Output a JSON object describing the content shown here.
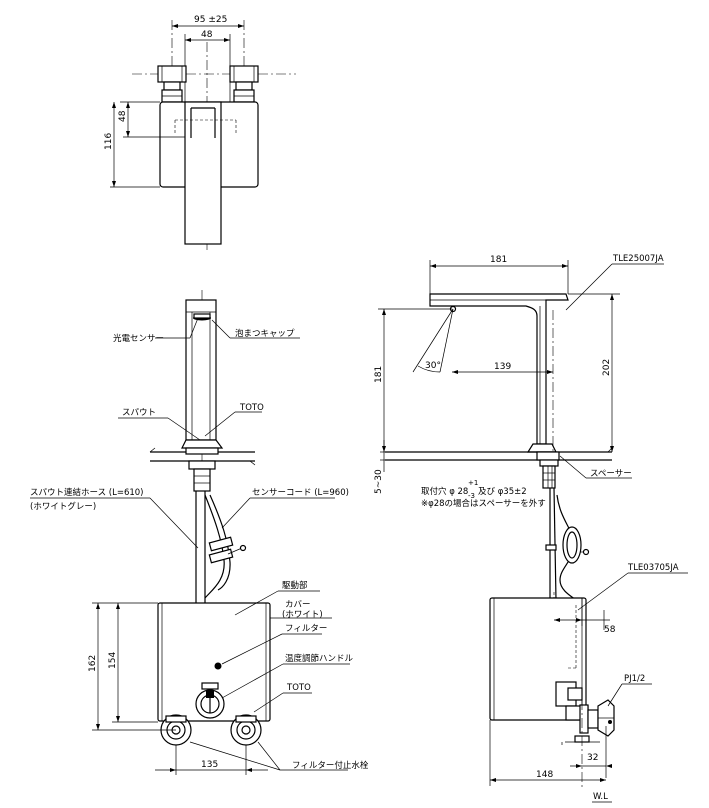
{
  "top_view": {
    "dim_width_total": "95 ±25",
    "dim_width_inner": "48",
    "dim_height_inner": "48",
    "dim_height_total": "116"
  },
  "front_view": {
    "label_sensor": "光電センサー",
    "label_aerator_cap": "泡まつキャップ",
    "label_spout": "スパウト",
    "label_toto_spout": "TOTO",
    "label_hose": "スパウト連結ホース (L=610)",
    "label_hose_color": "(ホワイトグレー)",
    "label_sensor_cord": "センサーコード (L=960)",
    "label_drive_unit": "駆動部",
    "label_cover": "カバー",
    "label_cover_color": "(ホワイト)",
    "label_filter": "フィルター",
    "label_temp_handle": "温度調節ハンドル",
    "label_toto_unit": "TOTO",
    "label_filter_valve": "フィルター付止水栓",
    "dim_162": "162",
    "dim_154": "154",
    "dim_135": "135"
  },
  "side_view": {
    "model_faucet": "TLE25007JA",
    "model_unit": "TLE03705JA",
    "dim_181_top": "181",
    "dim_181_side": "181",
    "dim_202": "202",
    "dim_139": "139",
    "dim_angle": "30°",
    "dim_5_30": "5~30",
    "label_spacer": "スペーサー",
    "label_mount_hole": "取付穴  φ 28",
    "label_mount_tol_top": "+1",
    "label_mount_tol_bottom": "-3",
    "label_mount_hole_2": "及び φ35±2",
    "label_note": "※φ28の場合はスペーサーを外す",
    "dim_58": "58",
    "label_pipe": "PJ1/2",
    "dim_32": "32",
    "dim_148": "148",
    "label_wl": "W.L"
  }
}
